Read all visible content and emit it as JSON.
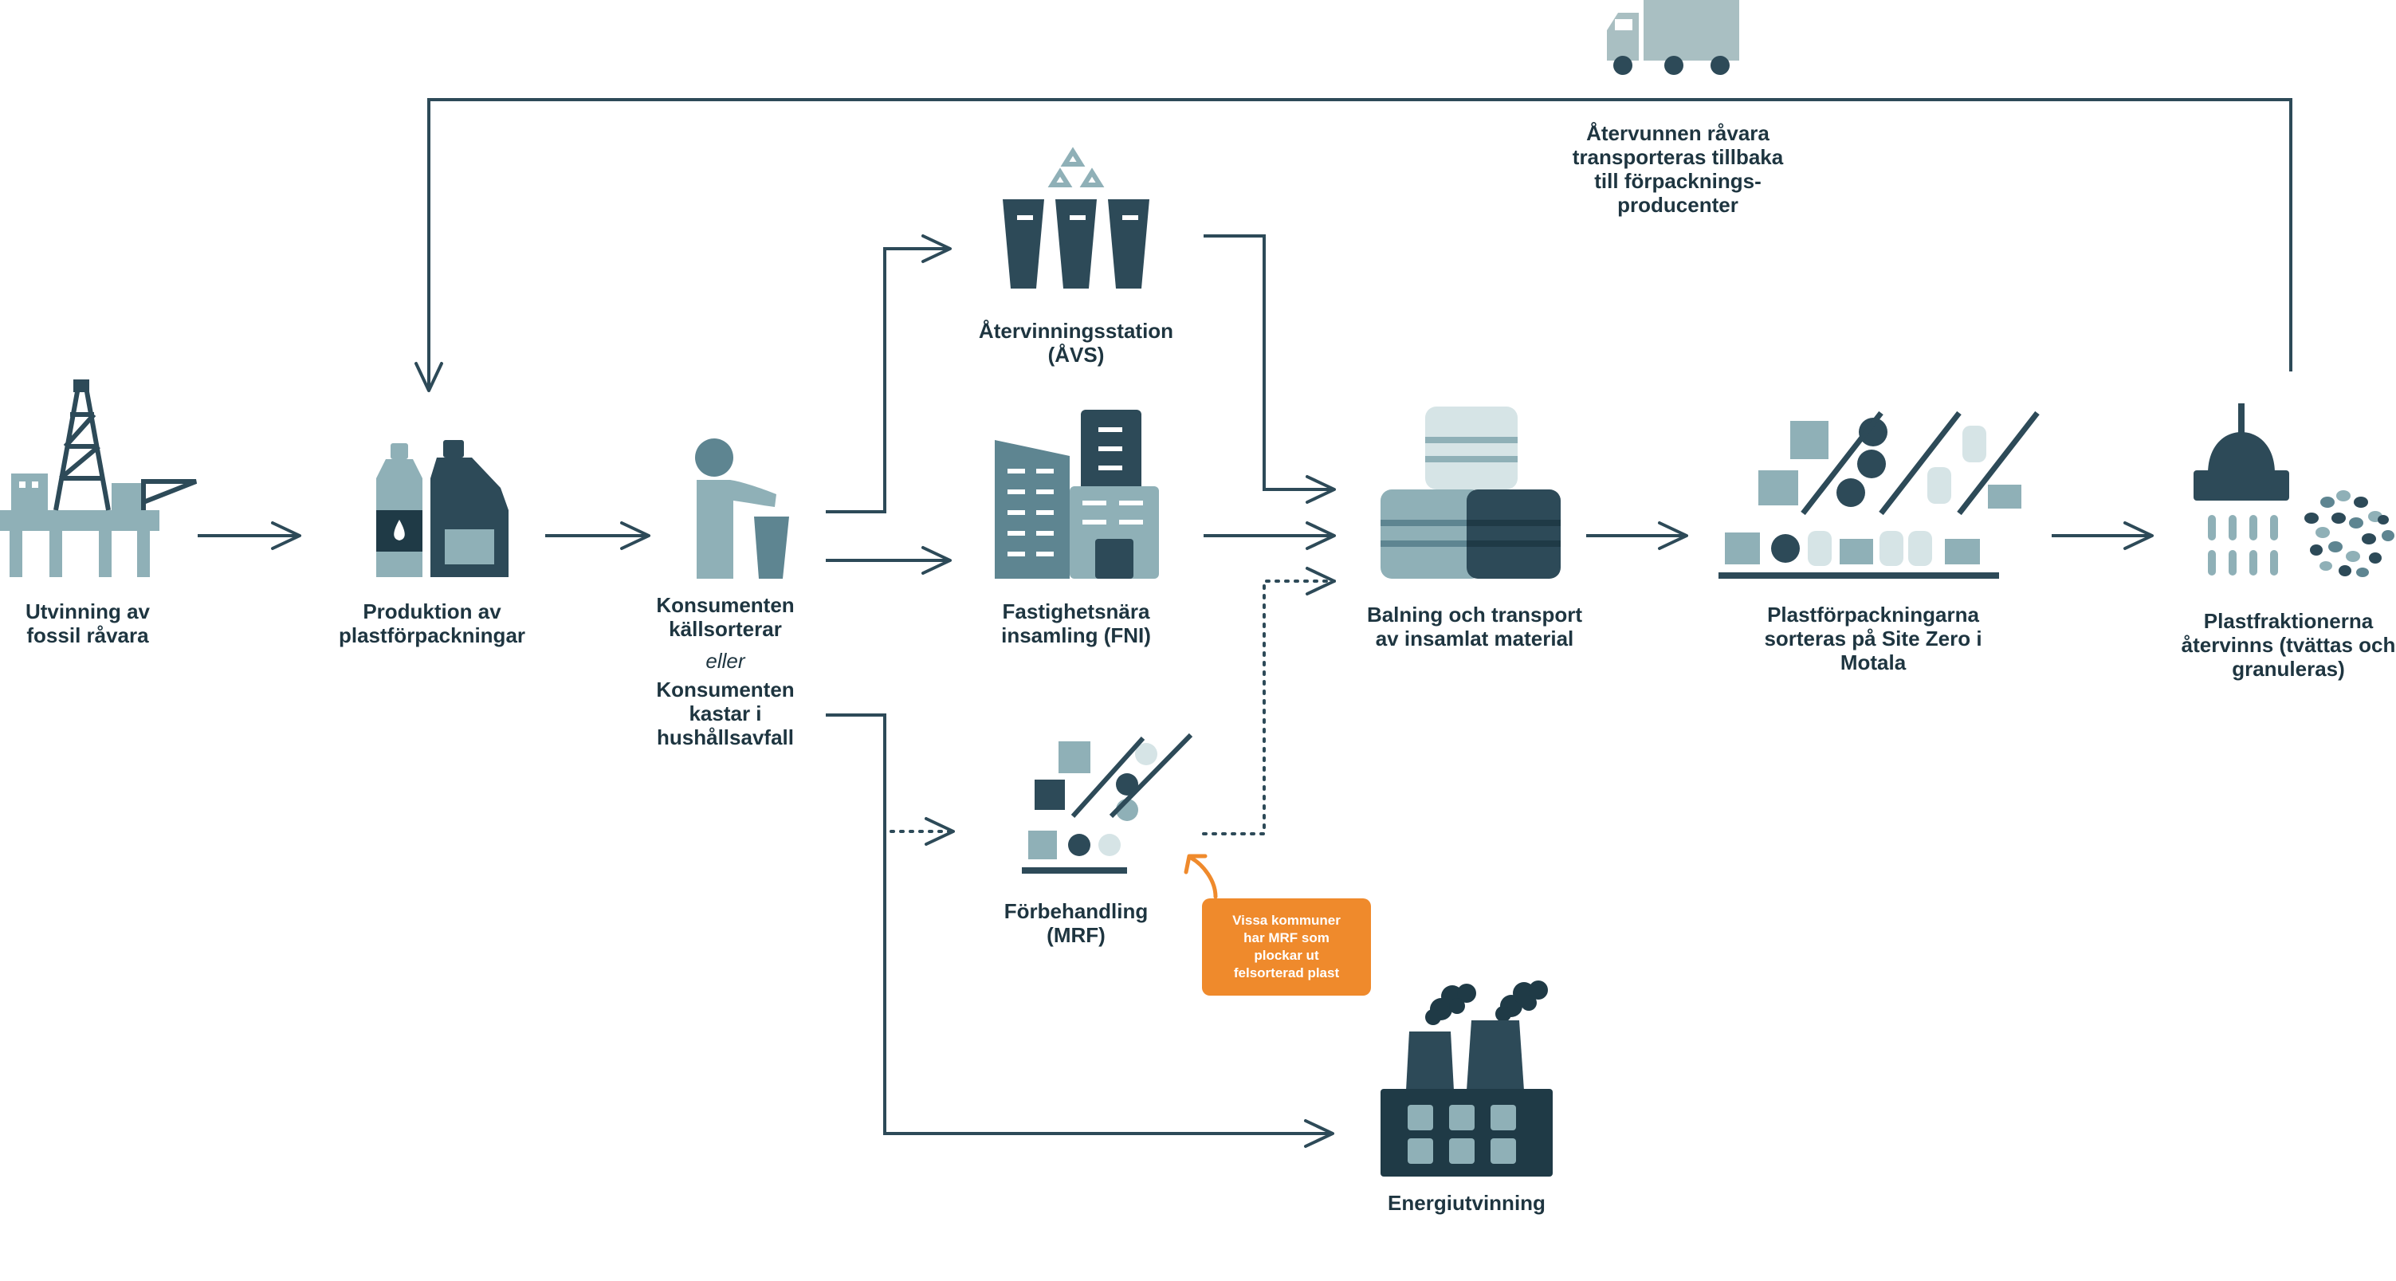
{
  "colors": {
    "dark": "#2d4a58",
    "darker": "#1f3a46",
    "mid": "#5e8591",
    "light": "#8fb0b7",
    "pale": "#d6e4e6",
    "truck": "#a9bfc2",
    "accent": "#ef8a2c",
    "line": "#2d4a58"
  },
  "nodes": {
    "oil": {
      "label": "Utvinning av\nfossil råvara",
      "icon": "oil-rig-icon"
    },
    "production": {
      "label": "Produktion av\nplastförpackningar",
      "icon": "bottles-icon"
    },
    "consumer_sort": {
      "label": "Konsumenten\nkällsorterar"
    },
    "or": {
      "label": "eller"
    },
    "consumer_waste": {
      "label": "Konsumenten\nkastar i\nhushållsavfall",
      "icon": "person-bin-icon"
    },
    "avs": {
      "label": "Återvinningsstation\n(ÅVS)",
      "icon": "recycling-bins-icon"
    },
    "fni": {
      "label": "Fastighetsnära\ninsamling (FNI)",
      "icon": "buildings-icon"
    },
    "mrf": {
      "label": "Förbehandling\n(MRF)",
      "icon": "mrf-sorting-icon"
    },
    "baling": {
      "label": "Balning och transport\nav insamlat material",
      "icon": "bales-icon"
    },
    "sorting": {
      "label": "Plastförpackningarna\nsorteras på Site Zero i\nMotala",
      "icon": "sorting-line-icon"
    },
    "recycle": {
      "label": "Plastfraktionerna\nåtervinns (tvättas och\ngranuleras)",
      "icon": "washer-granulate-icon"
    },
    "energy": {
      "label": "Energiutvinning",
      "icon": "factory-icon"
    },
    "transport": {
      "label": "Återvunnen råvara\ntransporteras tillbaka\ntill förpacknings-\nproducenter",
      "icon": "truck-icon"
    }
  },
  "note": {
    "text": "Vissa kommuner\nhar MRF som\nplockar ut\nfelsorterad plast"
  }
}
